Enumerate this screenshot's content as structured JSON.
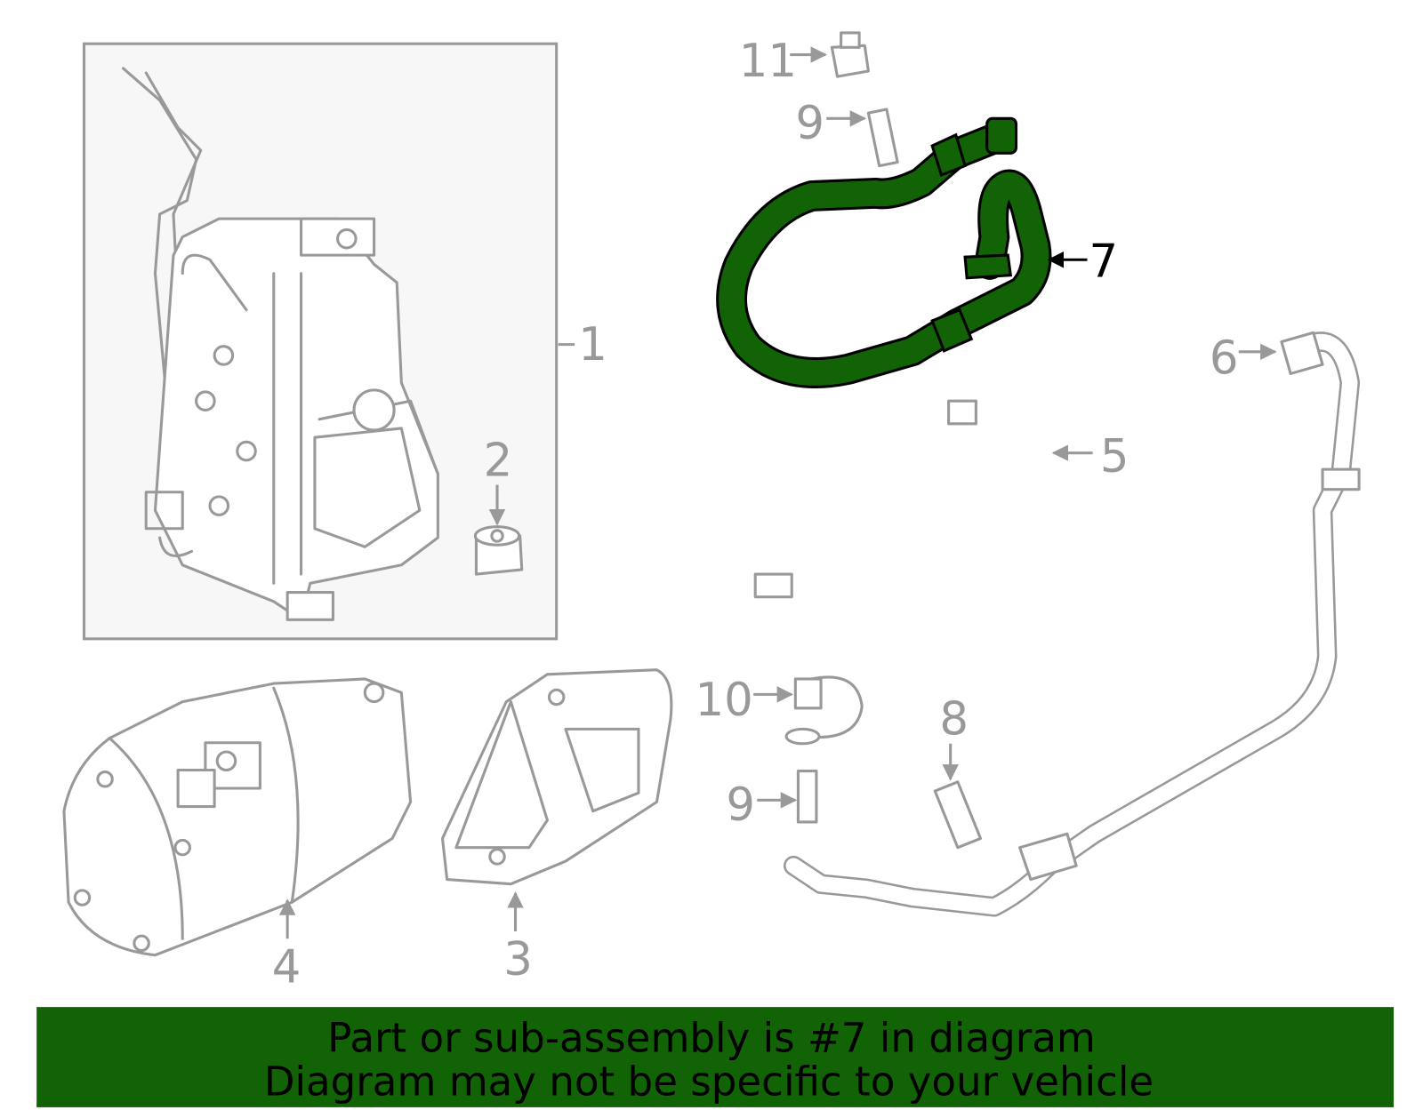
{
  "diagram": {
    "highlighted_part": "7",
    "highlight_color": "#126306",
    "line_color": "#999999",
    "callouts": {
      "p1": "1",
      "p2": "2",
      "p3": "3",
      "p4": "4",
      "p5": "5",
      "p6": "6",
      "p7": "7",
      "p8": "8",
      "p9a": "9",
      "p9b": "9",
      "p10": "10",
      "p11": "11"
    }
  },
  "banner": {
    "line1": "Part or sub-assembly is #7 in diagram",
    "line2": "Diagram may not be specific to your vehicle",
    "background": "#126306"
  }
}
